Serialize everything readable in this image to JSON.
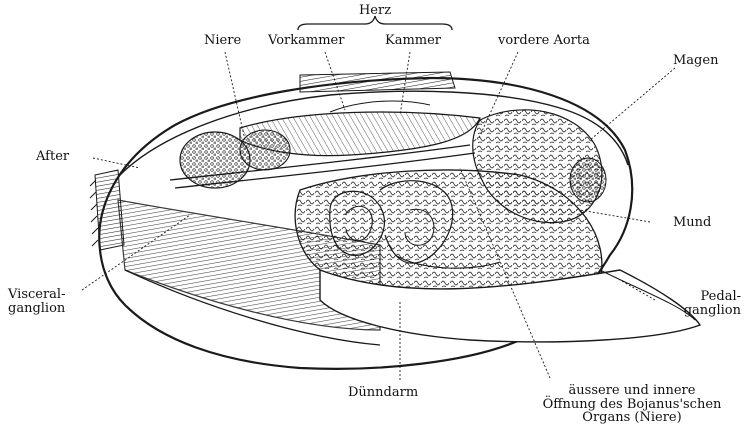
{
  "labels": {
    "herz": "Herz",
    "niere": "Niere",
    "vorkammer": "Vorkammer",
    "kammer": "Kammer",
    "vordere_aorta": "vordere Aorta",
    "magen": "Magen",
    "after": "After",
    "mund": "Mund",
    "visceral_line1": "Visceral-",
    "visceral_line2": "ganglion",
    "pedal_line1": "Pedal-",
    "pedal_line2": "ganglion",
    "duenndarm": "Dünndarm",
    "bojanus_line1": "äussere und innere",
    "bojanus_line2": "Öffnung des Bojanus'schen",
    "bojanus_line3": "Organs (Niere)"
  },
  "colors": {
    "ink": "#1a1a1a",
    "paper": "#ffffff"
  }
}
